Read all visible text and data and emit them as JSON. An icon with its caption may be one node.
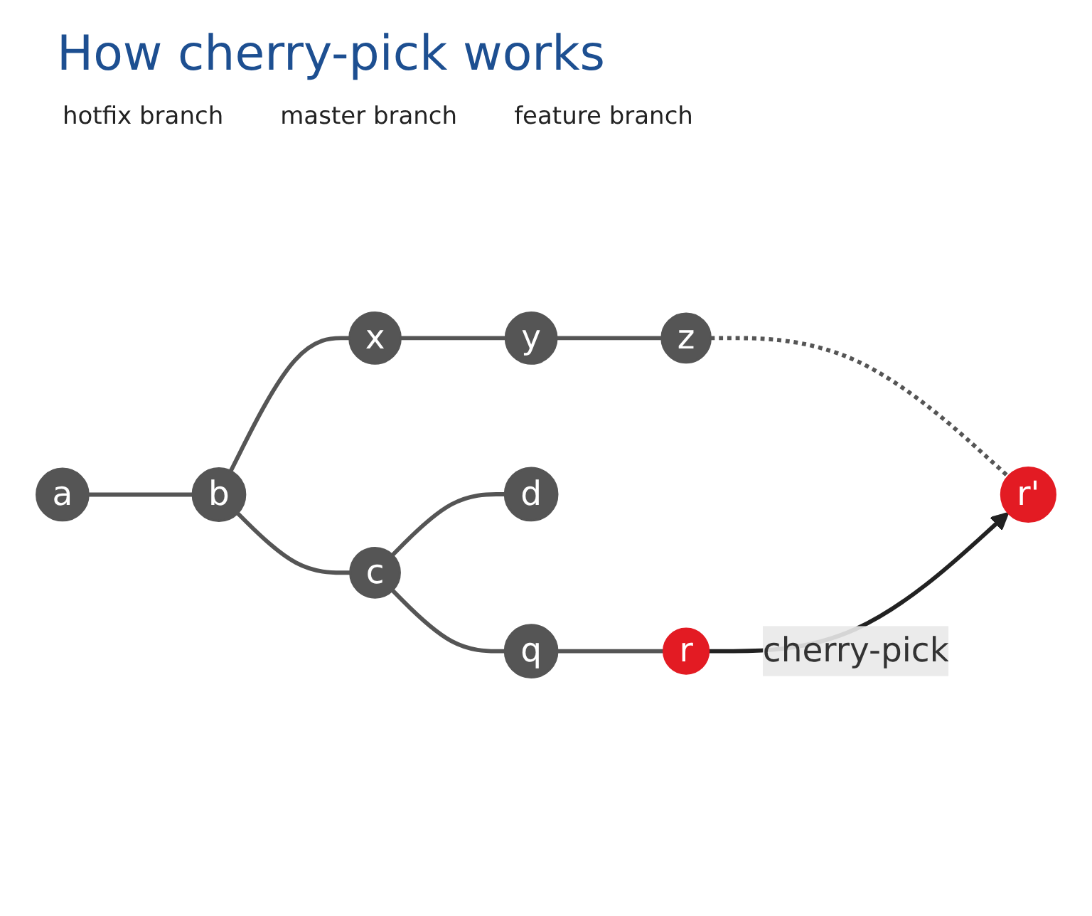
{
  "diagram": {
    "title": "How cherry-pick works",
    "nodes": [
      {
        "text": [
          "q"
        ]
      },
      {
        "text": [
          "r"
        ]
      },
      {
        "text": [
          "a"
        ]
      },
      {
        "text": [
          "b"
        ]
      },
      {
        "text": [
          "c"
        ]
      },
      {
        "text": [
          "d"
        ]
      },
      {
        "text": [
          "x"
        ]
      },
      {
        "text": [
          "y"
        ]
      },
      {
        "text": [
          "z"
        ]
      },
      {
        "text": [
          "r'"
        ]
      }
    ],
    "edges": [
      {
        "from": 2,
        "to": 3,
        "arrow": "none"
      },
      {
        "from": 3,
        "to": 4,
        "arrow": "none"
      },
      {
        "from": 4,
        "to": 5,
        "arrow": "none"
      },
      {
        "from": 4,
        "to": 0,
        "arrow": "none"
      },
      {
        "from": 0,
        "to": 1,
        "arrow": "none"
      },
      {
        "from": 3,
        "to": 6,
        "arrow": "none"
      },
      {
        "from": 6,
        "to": 7,
        "arrow": "none"
      },
      {
        "from": 7,
        "to": 8,
        "arrow": "none"
      },
      {
        "from": 8,
        "to": 9,
        "arrow": "none",
        "style": "dashed"
      },
      {
        "from": 1,
        "to": 9,
        "arrow": "to",
        "label": "cherry-pick",
        "color": "#222222"
      }
    ],
    "labels": [
      "hotfix branch",
      "master branch",
      "feature branch"
    ]
  }
}
